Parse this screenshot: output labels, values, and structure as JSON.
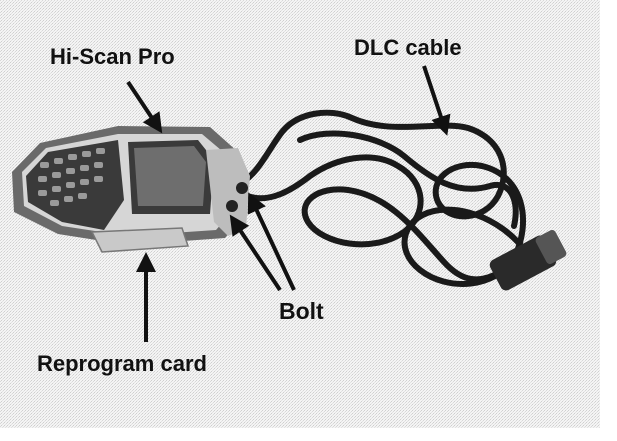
{
  "labels": {
    "hiscan": "Hi-Scan Pro",
    "dlc": "DLC cable",
    "bolt": "Bolt",
    "reprogram": "Reprogram card"
  },
  "colors": {
    "ink": "#111111",
    "background": "#ffffff",
    "device_body": "#d6d6d6",
    "device_shadow": "#6a6a6a",
    "screen": "#4a4a4a",
    "cable": "#1a1a1a"
  }
}
